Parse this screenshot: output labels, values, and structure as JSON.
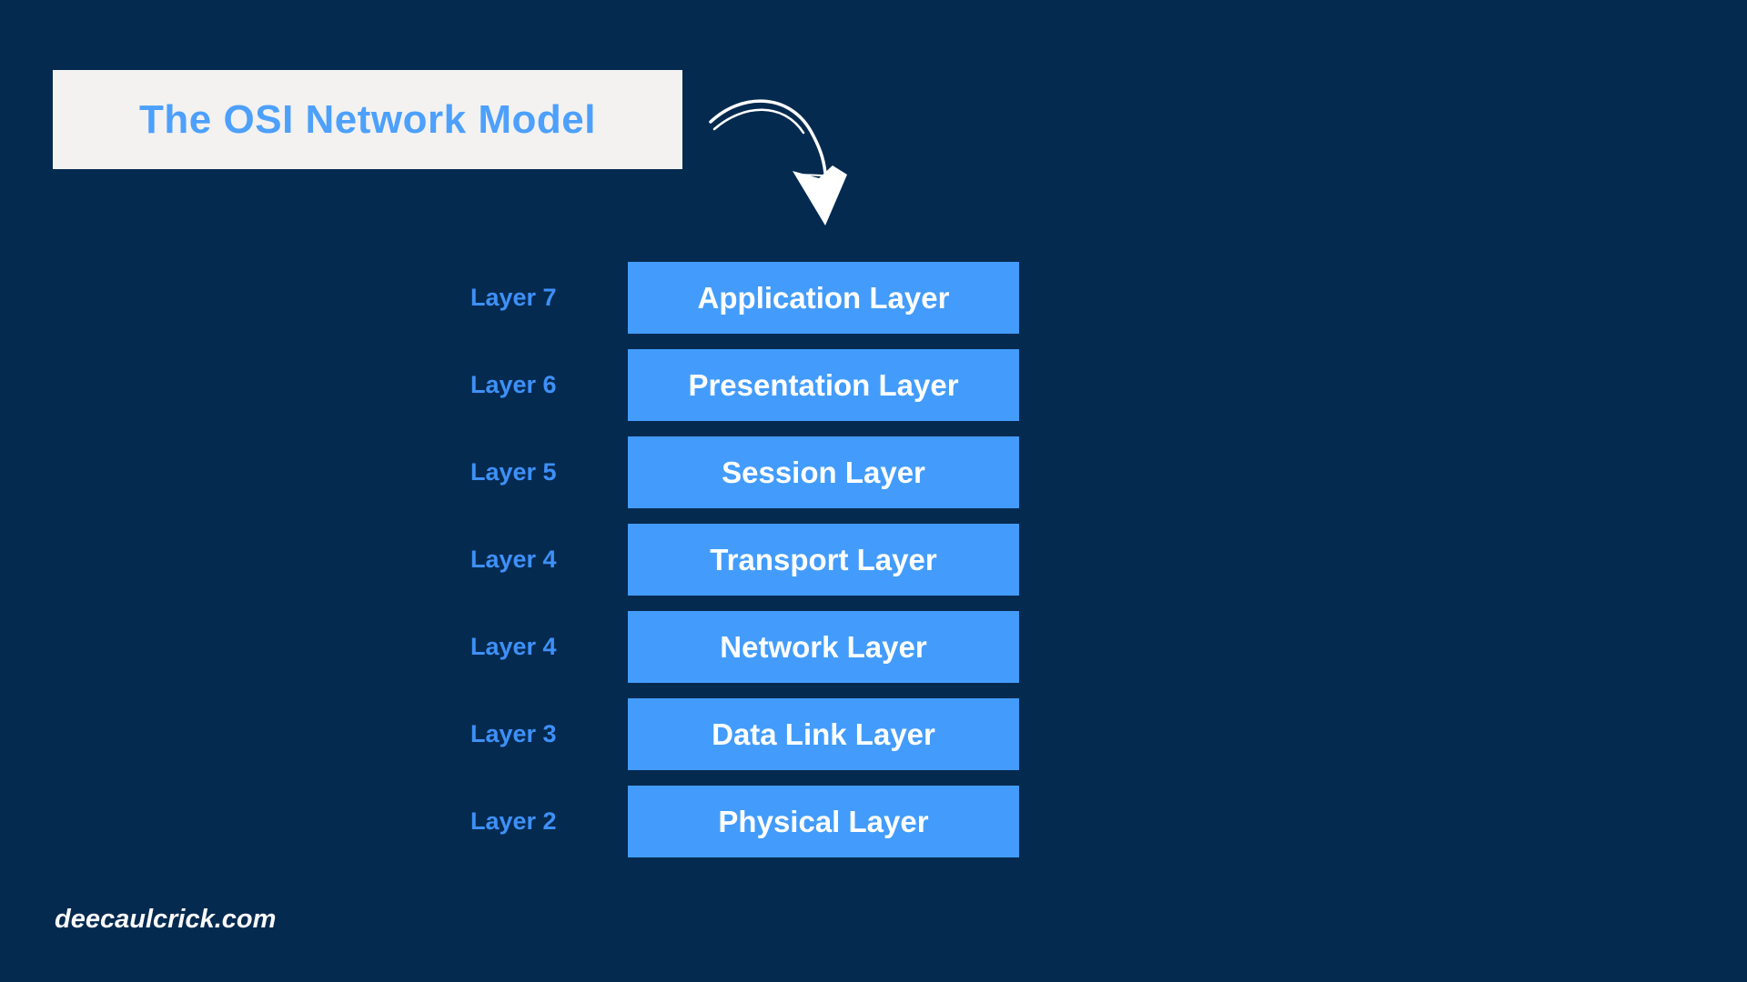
{
  "page": {
    "background_color": "#052A50"
  },
  "title": {
    "text": "The OSI Network Model",
    "text_color": "#4DA0FC",
    "box_color": "#F3F2F0"
  },
  "arrow": {
    "icon": "hand-drawn-curved-arrow-down",
    "color": "#FFFFFF"
  },
  "layers": [
    {
      "label": "Layer 7",
      "name": "Application Layer"
    },
    {
      "label": "Layer 6",
      "name": "Presentation Layer"
    },
    {
      "label": "Layer 5",
      "name": "Session Layer"
    },
    {
      "label": "Layer 4",
      "name": "Transport Layer"
    },
    {
      "label": "Layer 4",
      "name": "Network Layer"
    },
    {
      "label": "Layer 3",
      "name": "Data Link Layer"
    },
    {
      "label": "Layer 2",
      "name": "Physical Layer"
    }
  ],
  "colors": {
    "bar_fill": "#439CFB",
    "layer_label": "#3E90F7",
    "bar_text": "#FFFFFF"
  },
  "footer": {
    "text": "deecaulcrick.com"
  }
}
